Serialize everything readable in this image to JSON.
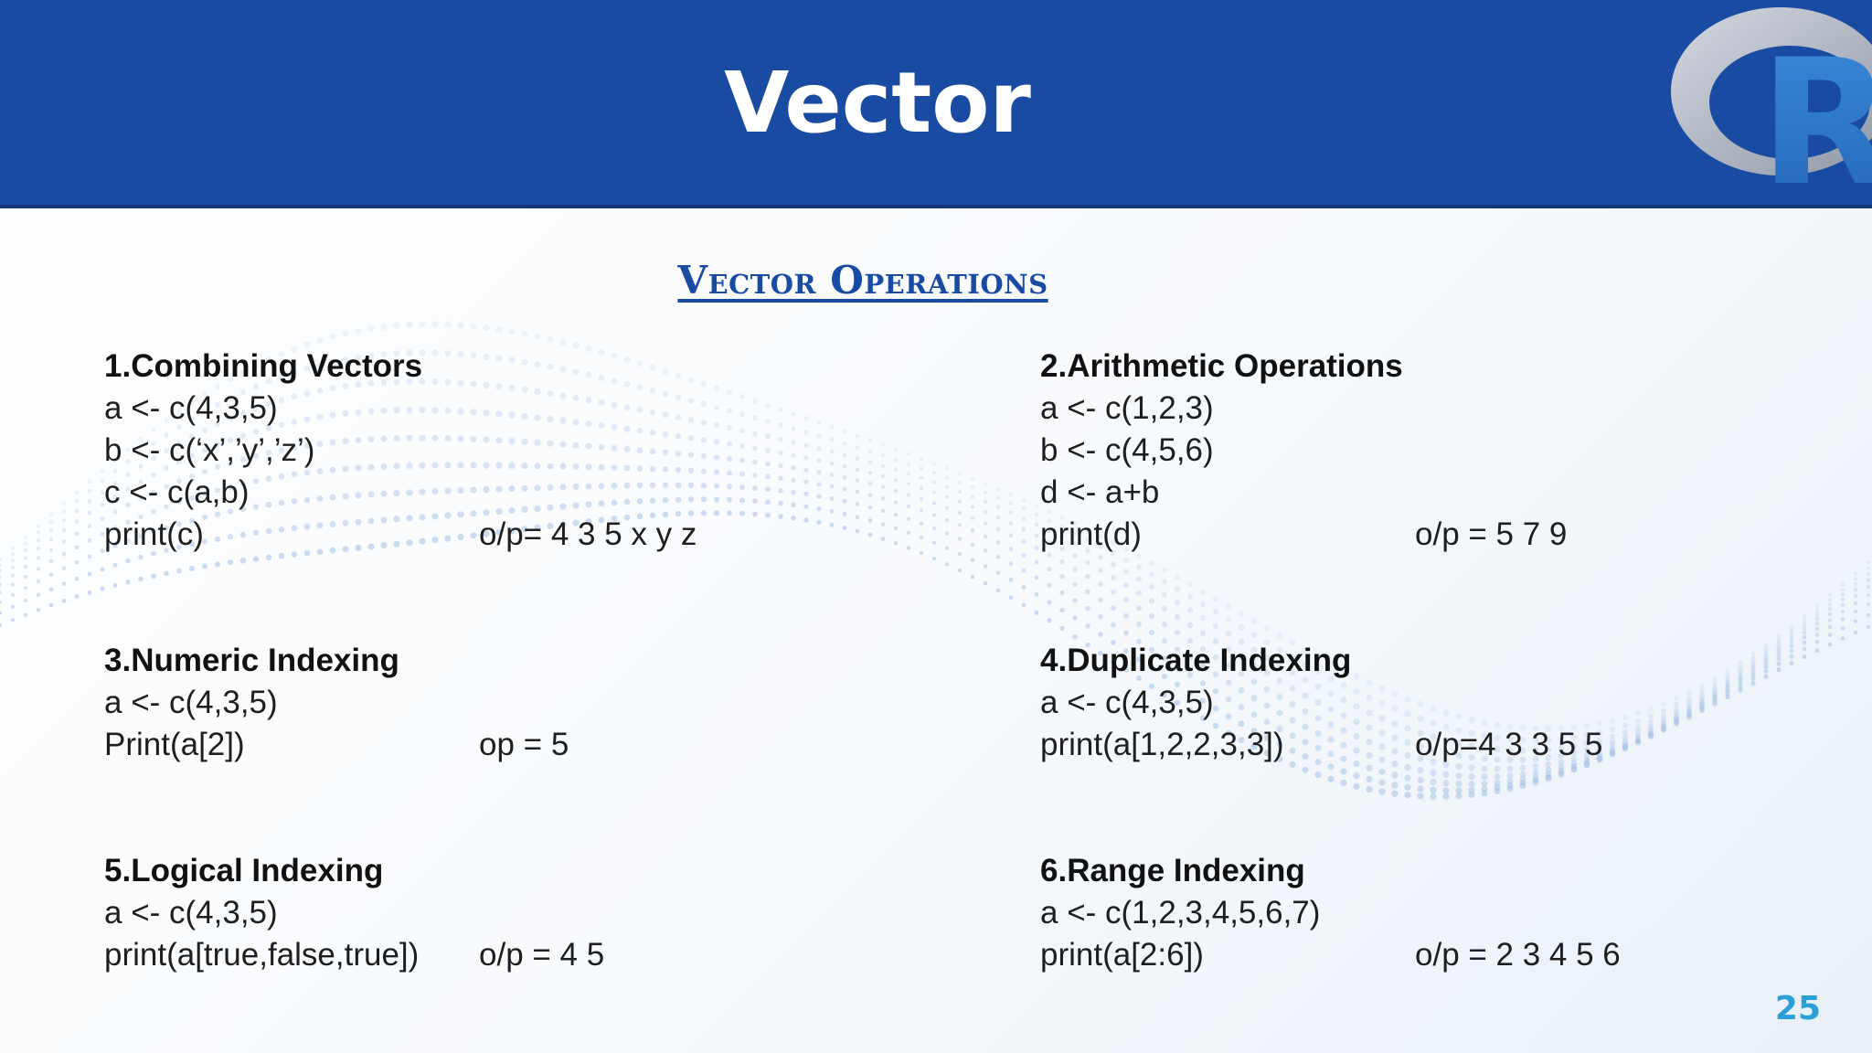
{
  "slide": {
    "title": "Vector",
    "subtitle": "Vector Operations",
    "page_number": "25",
    "header_color": "#1a4ba3",
    "subtitle_color": "#1a4ba3",
    "page_number_color": "#2a9fd8",
    "logo": {
      "icon": "r-logo-icon",
      "letter": "R"
    }
  },
  "sections": [
    {
      "heading": "1.Combining Vectors",
      "lines": [
        {
          "code": "a <- c(4,3,5)"
        },
        {
          "code": "b <- c(‘x’,’y’,’z’)"
        },
        {
          "code": "c <- c(a,b)"
        },
        {
          "code": "print(c)",
          "output": "o/p= 4 3 5 x y z"
        }
      ]
    },
    {
      "heading": "2.Arithmetic Operations",
      "lines": [
        {
          "code": "a <- c(1,2,3)"
        },
        {
          "code": "b <- c(4,5,6)"
        },
        {
          "code": "d <- a+b"
        },
        {
          "code": "print(d)",
          "output": "o/p = 5 7 9"
        }
      ]
    },
    {
      "heading": "3.Numeric Indexing",
      "lines": [
        {
          "code": "a <- c(4,3,5)"
        },
        {
          "code": "Print(a[2])",
          "output": "op = 5"
        }
      ]
    },
    {
      "heading": "4.Duplicate Indexing",
      "lines": [
        {
          "code": "a <- c(4,3,5)"
        },
        {
          "code": "print(a[1,2,2,3,3])",
          "output": "o/p=4 3 3 5 5"
        }
      ]
    },
    {
      "heading": "5.Logical Indexing",
      "lines": [
        {
          "code": "a <- c(4,3,5)"
        },
        {
          "code": "print(a[true,false,true])",
          "output": "o/p = 4 5"
        }
      ]
    },
    {
      "heading": "6.Range Indexing",
      "lines": [
        {
          "code": "a <- c(1,2,3,4,5,6,7)"
        },
        {
          "code": "print(a[2:6])",
          "output": "o/p = 2 3 4 5 6"
        }
      ]
    }
  ]
}
